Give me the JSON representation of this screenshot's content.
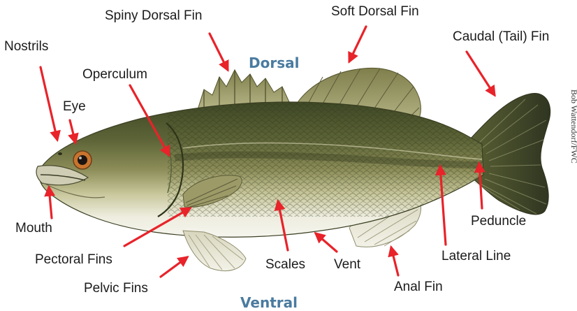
{
  "diagram": {
    "labels": {
      "spiny_dorsal_fin": "Spiny Dorsal Fin",
      "soft_dorsal_fin": "Soft Dorsal Fin",
      "caudal_fin": "Caudal (Tail) Fin",
      "nostrils": "Nostrils",
      "operculum": "Operculum",
      "eye": "Eye",
      "mouth": "Mouth",
      "pectoral_fins": "Pectoral Fins",
      "pelvic_fins": "Pelvic Fins",
      "scales": "Scales",
      "vent": "Vent",
      "anal_fin": "Anal Fin",
      "lateral_line": "Lateral Line",
      "peduncle": "Peduncle"
    },
    "directions": {
      "dorsal": "Dorsal",
      "ventral": "Ventral"
    },
    "credit": "Bob Wattendorf/FWC",
    "colors": {
      "arrow": "#e8232a",
      "direction_text": "#4a7ba0",
      "label_text": "#1b1b1b",
      "fish_back": "#4f5a33",
      "fish_mid": "#8a8c55",
      "fish_belly": "#efeee2",
      "fin": "#a2a36f",
      "fin_ray": "#5c5a3a"
    }
  }
}
